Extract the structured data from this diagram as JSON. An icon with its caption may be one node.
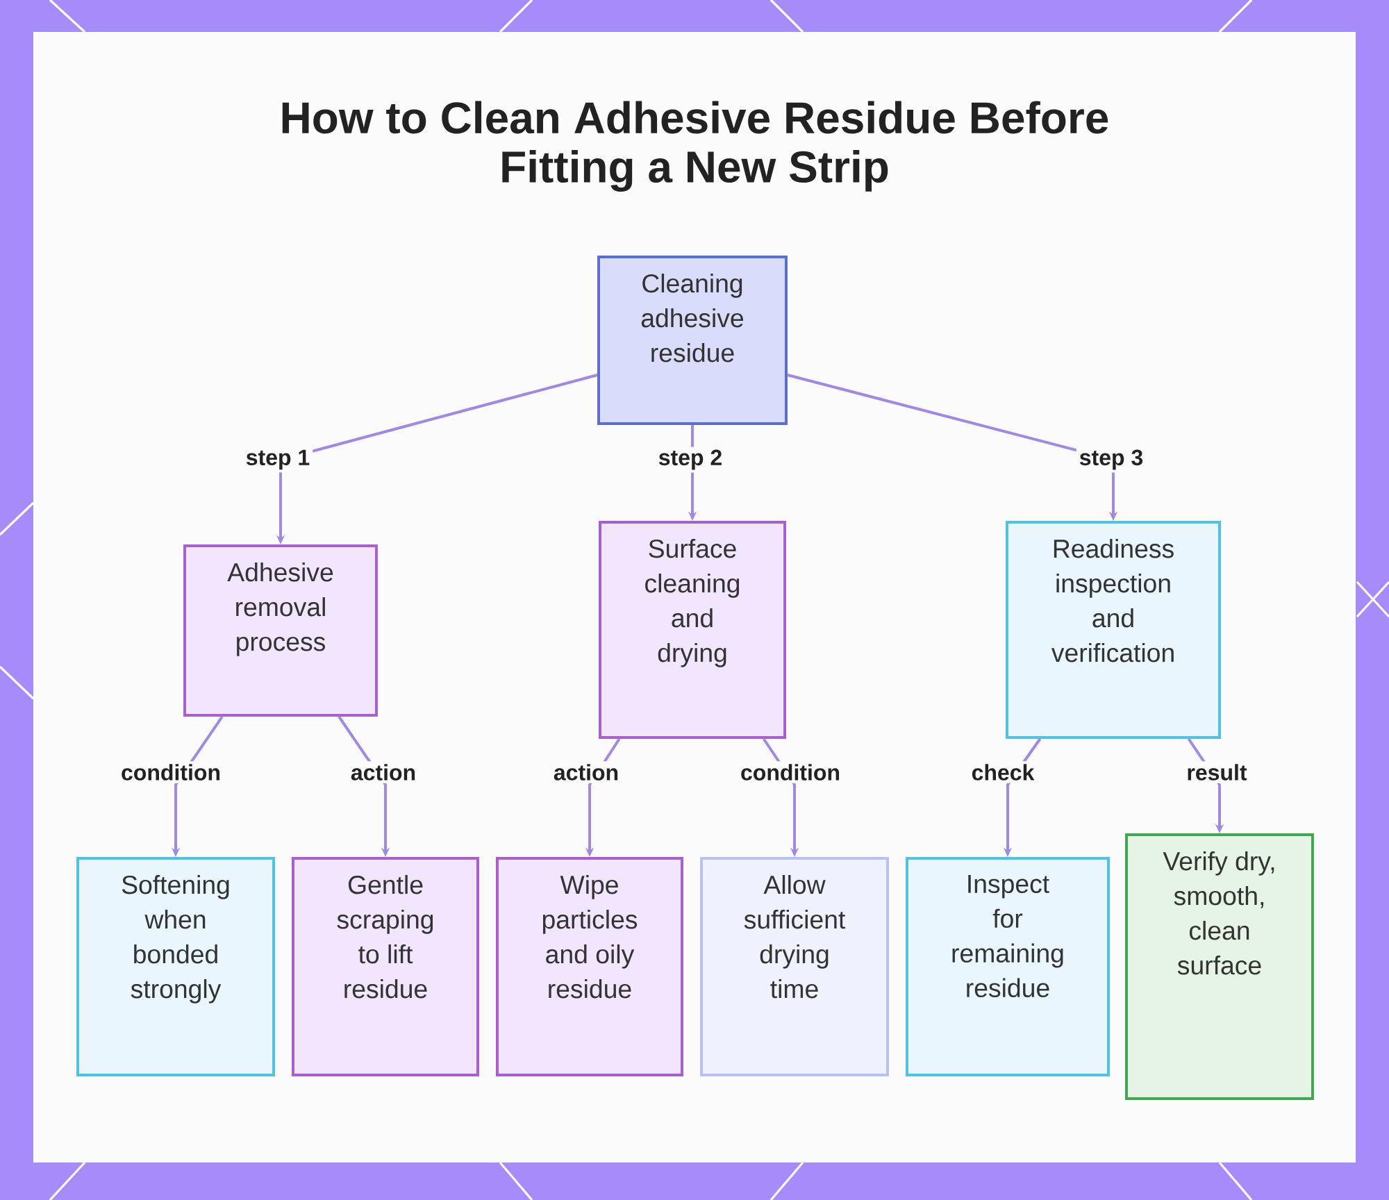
{
  "diagram": {
    "title": "How to Clean Adhesive Residue Before Fitting a New Strip",
    "nodes": [
      {
        "text": [
          "Cleaning adhesive residue"
        ]
      },
      {
        "text": [
          "Adhesive removal process"
        ]
      },
      {
        "text": [
          "Surface cleaning and drying"
        ]
      },
      {
        "text": [
          "Readiness inspection and verification"
        ]
      },
      {
        "text": [
          "Softening when bonded strongly"
        ]
      },
      {
        "text": [
          "Gentle scraping to lift residue"
        ]
      },
      {
        "text": [
          "Wipe particles and oily residue"
        ]
      },
      {
        "text": [
          "Allow sufficient drying time"
        ]
      },
      {
        "text": [
          "Inspect for remaining residue"
        ]
      },
      {
        "text": [
          "Verify dry, smooth, clean surface"
        ]
      }
    ],
    "edges": [
      {
        "from": 0,
        "to": 1,
        "arrow": "to",
        "label": "step 1"
      },
      {
        "from": 0,
        "to": 2,
        "arrow": "to",
        "label": "step 2"
      },
      {
        "from": 0,
        "to": 3,
        "arrow": "to",
        "label": "step 3"
      },
      {
        "from": 1,
        "to": 4,
        "arrow": "to",
        "label": "condition"
      },
      {
        "from": 1,
        "to": 5,
        "arrow": "to",
        "label": "action"
      },
      {
        "from": 2,
        "to": 6,
        "arrow": "to",
        "label": "action"
      },
      {
        "from": 2,
        "to": 7,
        "arrow": "to",
        "label": "condition"
      },
      {
        "from": 3,
        "to": 8,
        "arrow": "to",
        "label": "check"
      },
      {
        "from": 3,
        "to": 9,
        "arrow": "to",
        "label": "result"
      }
    ]
  }
}
